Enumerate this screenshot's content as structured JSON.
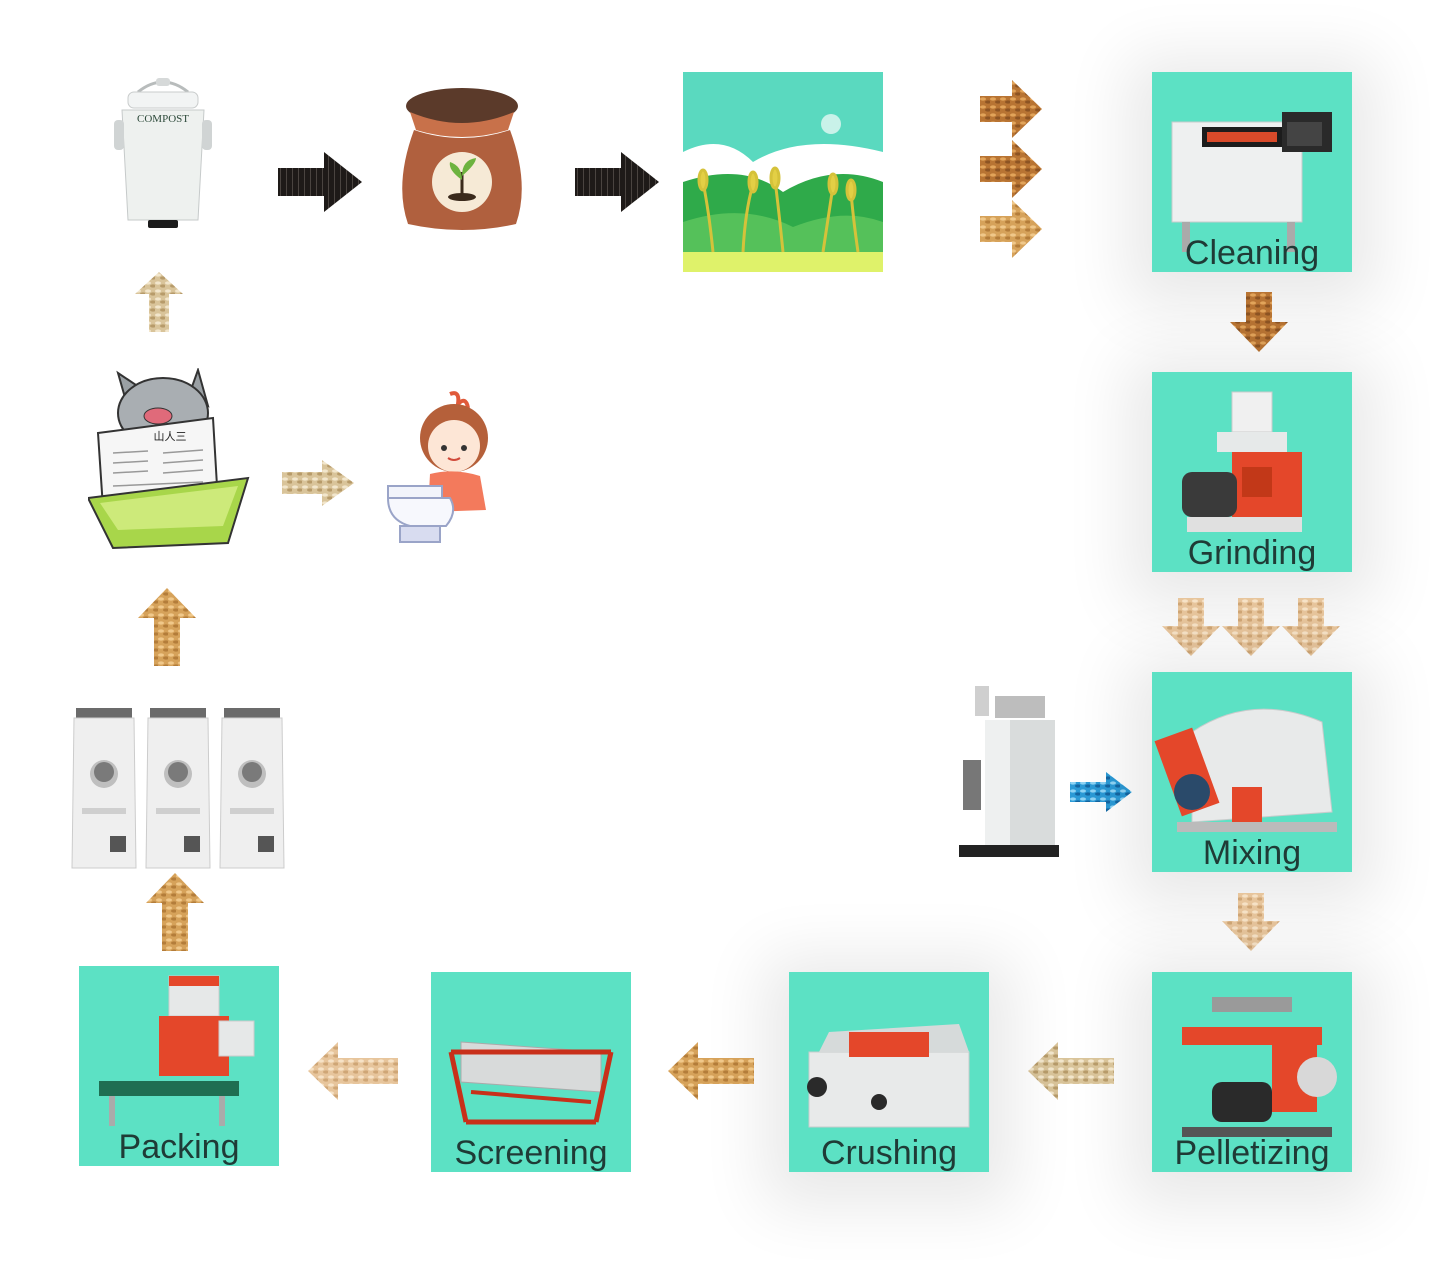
{
  "colors": {
    "stage_background": "#5ce1c4",
    "label_text": "#1f3b36",
    "machine_white": "#e9ecec",
    "machine_red": "#e4472a",
    "dark_arrow": "#1e1a18",
    "grain_arrow": "#d8a55a",
    "light_grain_arrow": "#e9c9a0",
    "steam_arrow": "#2a9fd8"
  },
  "images": {
    "compost_bin": {
      "label": "COMPOST"
    },
    "newspaper_cat": {
      "headline": "山人三"
    }
  },
  "stages": [
    {
      "id": "cleaning",
      "label": "Cleaning"
    },
    {
      "id": "grinding",
      "label": "Grinding"
    },
    {
      "id": "mixing",
      "label": "Mixing"
    },
    {
      "id": "pelletizing",
      "label": "Pelletizing"
    },
    {
      "id": "crushing",
      "label": "Crushing"
    },
    {
      "id": "screening",
      "label": "Screening"
    },
    {
      "id": "packing",
      "label": "Packing"
    }
  ]
}
